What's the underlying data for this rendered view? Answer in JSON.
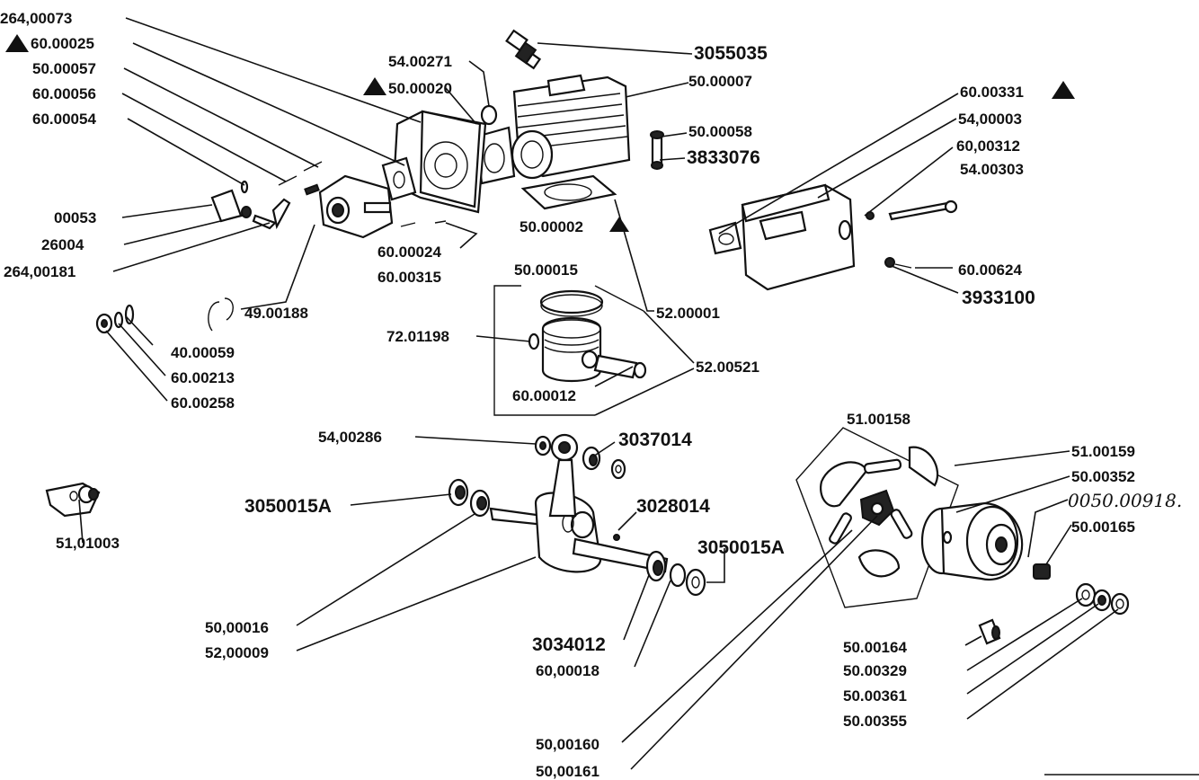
{
  "parts": {
    "p264_00073": "264,00073",
    "p60_00025": "60.00025",
    "p50_00057": "50.00057",
    "p60_00056": "60.00056",
    "p60_00054": "60.00054",
    "p50_00053": "00053",
    "p26004": "26004",
    "p264_00181": "264,00181",
    "p54_00271": "54.00271",
    "p50_00020": "50.00020",
    "p3055035": "3055035",
    "p50_00007": "50.00007",
    "p50_00058": "50.00058",
    "p3833076": "3833076",
    "p50_00002": "50.00002",
    "p60_00024": "60.00024",
    "p60_00315": "60.00315",
    "p49_00188": "49.00188",
    "p50_00015": "50.00015",
    "p52_00001": "52.00001",
    "p72_01198": "72.01198",
    "p52_00521": "52.00521",
    "p60_00012": "60.00012",
    "p40_00059": "40.00059",
    "p60_00213": "60.00213",
    "p60_00258": "60.00258",
    "p60_00331": "60.00331",
    "p54_00003": "54,00003",
    "p60_00312": "60,00312",
    "p54_00303": "54.00303",
    "p60_00624": "60.00624",
    "p3933100": "3933100",
    "p54_00286": "54,00286",
    "p3037014": "3037014",
    "p3050015A_1": "3050015A",
    "p3028014": "3028014",
    "p3050015A_2": "3050015A",
    "p51_01003": "51,01003",
    "p50_00016": "50,00016",
    "p52_00009": "52,00009",
    "p3034012": "3034012",
    "p60_00018": "60,00018",
    "p50_00160": "50,00160",
    "p50_00161": "50,00161",
    "p51_00158": "51.00158",
    "p51_00159": "51.00159",
    "p50_00352": "50.00352",
    "p0050_00918": "0050.00918.",
    "p50_00165": "50.00165",
    "p50_00164": "50.00164",
    "p50_00329": "50.00329",
    "p50_00361": "50.00361",
    "p50_00355": "50.00355"
  }
}
